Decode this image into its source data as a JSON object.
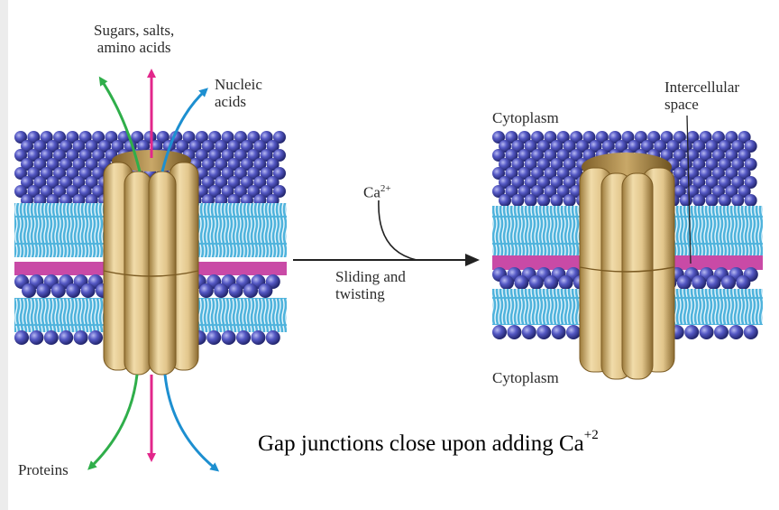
{
  "labels": {
    "sugars": "Sugars, salts,\namino acids",
    "nucleic": "Nucleic\nacids",
    "proteins": "Proteins",
    "cytoplasm_top": "Cytoplasm",
    "cytoplasm_bottom": "Cytoplasm",
    "intercellular": "Intercellular\nspace",
    "ca_base": "Ca",
    "ca_charge": "2+",
    "sliding": "Sliding and\ntwisting"
  },
  "caption": {
    "text": "Gap junctions close upon adding Ca",
    "superscript": "+2"
  },
  "colors": {
    "head": "#4a4fb8",
    "tail": "#3a9fd0",
    "pink_band": "#c94aa6",
    "tan": "#d8bb80",
    "arrow_green": "#2fae4a",
    "arrow_magenta": "#e2278b",
    "arrow_blue": "#1d8fd0"
  }
}
